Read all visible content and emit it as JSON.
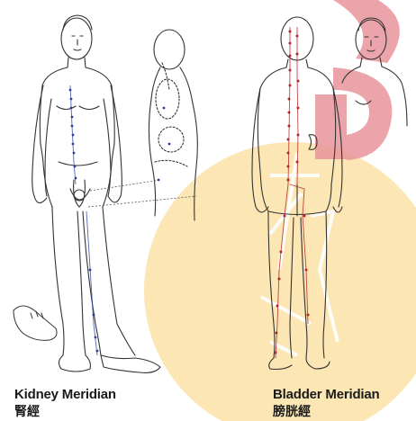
{
  "watermark": {
    "circle_color": "#fce6b4",
    "arc_color": "#e7949a",
    "line_color": "#ffffff"
  },
  "kidney": {
    "label_en": "Kidney Meridian",
    "label_zh": "腎經",
    "point_color": "#2a3e9c"
  },
  "bladder": {
    "label_en": "Bladder Meridian",
    "label_zh": "膀胱經",
    "point_color": "#b3272e"
  },
  "outline_color": "#333333"
}
